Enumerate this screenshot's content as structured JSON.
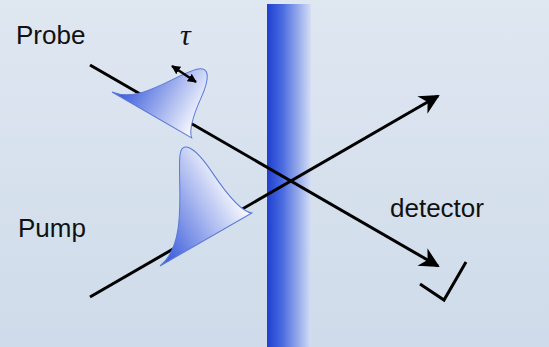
{
  "diagram": {
    "labels": [
      "Probe",
      "τ",
      "Pump",
      "detector"
    ]
  }
}
